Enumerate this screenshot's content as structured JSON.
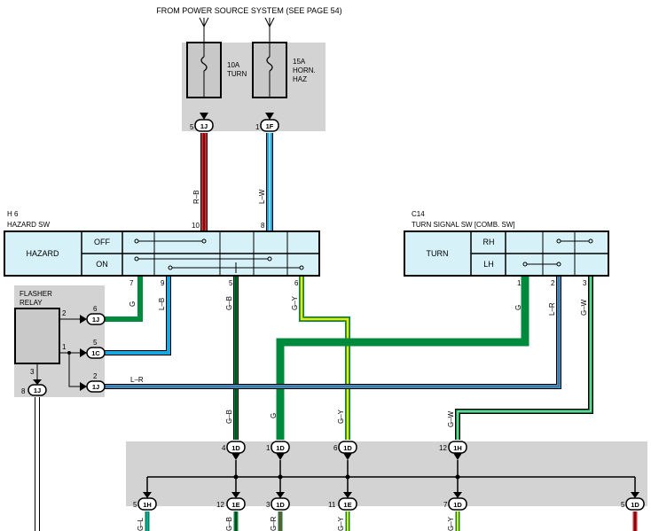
{
  "header": {
    "title": "FROM POWER SOURCE SYSTEM (SEE PAGE 54)"
  },
  "fuses": [
    {
      "amp": "10A",
      "name1": "TURN",
      "name2": ""
    },
    {
      "amp": "15A",
      "name1": "HORN.",
      "name2": "HAZ"
    }
  ],
  "fuse_connectors": [
    {
      "pin": "5",
      "code": "1J"
    },
    {
      "pin": "1",
      "code": "1F"
    }
  ],
  "wires_top": [
    {
      "color_code": "R–B",
      "pin": "10"
    },
    {
      "color_code": "L–W",
      "pin": "8"
    }
  ],
  "hazard_sw": {
    "id": "H 6",
    "name": "HAZARD SW",
    "label": "HAZARD",
    "rows": [
      "OFF",
      "ON"
    ],
    "pins": [
      "7",
      "9",
      "5",
      "6"
    ],
    "wires": [
      "G",
      "L–B",
      "G–B",
      "G–Y"
    ]
  },
  "turn_sw": {
    "id": "C14",
    "name": "TURN SIGNAL SW [COMB.  SW]",
    "label": "TURN",
    "rows": [
      "RH",
      "LH"
    ],
    "pins": [
      "1",
      "2",
      "3"
    ],
    "wires": [
      "G",
      "L–R",
      "G–W"
    ]
  },
  "flasher": {
    "name1": "FLASHER",
    "name2": "RELAY",
    "pins": [
      "2",
      "1",
      "3"
    ],
    "conns": [
      {
        "pin": "6",
        "code": "1J"
      },
      {
        "pin": "5",
        "code": "1C"
      },
      {
        "pin": "2",
        "code": "1J"
      },
      {
        "pin": "8",
        "code": "1J"
      }
    ],
    "wire_label": "L–R"
  },
  "mid_wire_labels": [
    "G–B",
    "G",
    "G–Y",
    "G–W"
  ],
  "bottom_conns_top": [
    {
      "pin": "4",
      "code": "1D"
    },
    {
      "pin": "1",
      "code": "1D"
    },
    {
      "pin": "6",
      "code": "1D"
    },
    {
      "pin": "12",
      "code": "1H"
    }
  ],
  "bottom_conns_low": [
    {
      "pin": "5",
      "code": "1H"
    },
    {
      "pin": "12",
      "code": "1E"
    },
    {
      "pin": "3",
      "code": "1D"
    },
    {
      "pin": "11",
      "code": "1E"
    },
    {
      "pin": "7",
      "code": "1D"
    },
    {
      "pin": "5",
      "code": "1D"
    }
  ],
  "bottom_wire_labels": [
    "G–L",
    "G–B",
    "G–R",
    "G–Y",
    "G–Y"
  ],
  "colors": {
    "green": "#008a3e",
    "blue": "#1aa7e0",
    "red": "#d8232a",
    "yellow": "#f2e600",
    "box_fill": "#d6f1f8",
    "gray_panel": "#d3d3d3",
    "relay_fill": "#c9c9c9"
  }
}
